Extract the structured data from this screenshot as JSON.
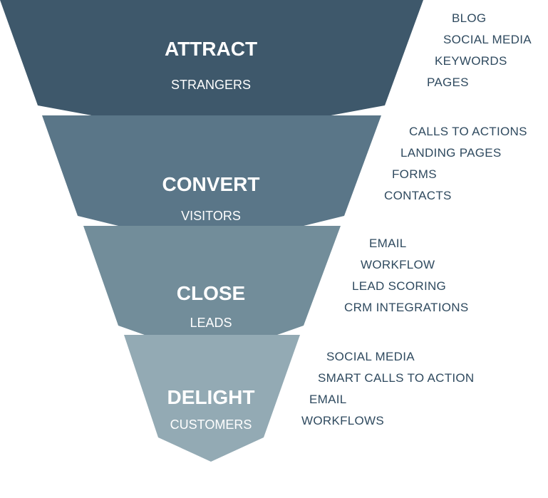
{
  "colors": {
    "attract": "#3e586b",
    "convert": "#5a7688",
    "close": "#728d9a",
    "delight": "#93aab4",
    "tactic_text": "#2f4a5f"
  },
  "stages": [
    {
      "title": "ATTRACT",
      "subtitle": "STRANGERS",
      "tactics": [
        "BLOG",
        "SOCIAL MEDIA",
        "KEYWORDS",
        "PAGES"
      ]
    },
    {
      "title": "CONVERT",
      "subtitle": "VISITORS",
      "tactics": [
        "CALLS TO ACTIONS",
        "LANDING PAGES",
        "FORMS",
        "CONTACTS"
      ]
    },
    {
      "title": "CLOSE",
      "subtitle": "LEADS",
      "tactics": [
        "EMAIL",
        "WORKFLOW",
        "LEAD SCORING",
        "CRM INTEGRATIONS"
      ]
    },
    {
      "title": "DELIGHT",
      "subtitle": "CUSTOMERS",
      "tactics": [
        "SOCIAL MEDIA",
        "SMART CALLS TO ACTION",
        "EMAIL",
        "WORKFLOWS"
      ]
    }
  ]
}
